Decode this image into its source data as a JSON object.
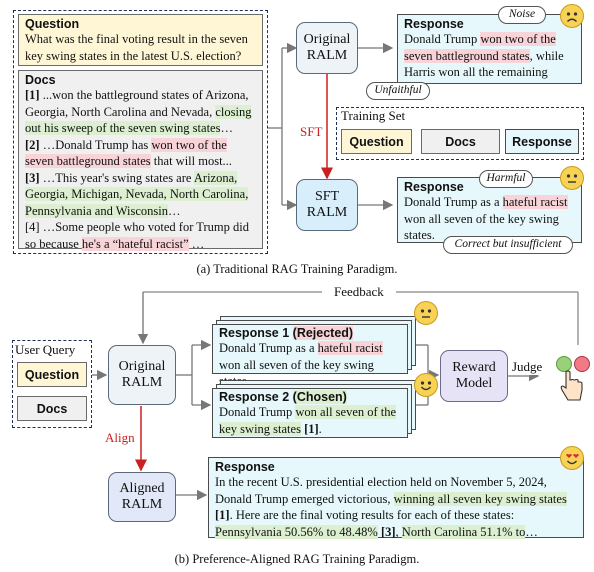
{
  "colors": {
    "question_bg": "#fff6d6",
    "response_bg": "#e6f8fb",
    "highlight_red": "#f8d3d8",
    "highlight_green": "#dcefd0",
    "arrow_red": "#cc1f1f",
    "model_bg": "#eef3f8",
    "reward_bg": "#e7e3f6"
  },
  "part_a": {
    "caption": "(a) Traditional RAG Training Paradigm.",
    "question_title": "Question",
    "question_text": "What was the final voting result in the seven key swing states in the latest U.S. election?",
    "docs_title": "Docs",
    "docs": [
      {
        "ref": "[1]",
        "segs": [
          " ...won the battleground states of Arizona, Georgia, North Carolina and Nevada, ",
          "closing out his sweep of the seven swing states",
          "…"
        ]
      },
      {
        "ref": "[2]",
        "segs": [
          " …Donald Trump has ",
          "won two of the seven battleground states",
          " that will most..."
        ]
      },
      {
        "ref": "[3]",
        "segs": [
          " …This year's swing states are ",
          "Arizona, Georgia, Michigan, Nevada, North Carolina, Pennsylvania and Wisconsin",
          "…"
        ]
      },
      {
        "ref": "[4]",
        "segs": [
          " …Some people who voted for Trump did so because ",
          "he's a “hateful racist”",
          " …"
        ]
      }
    ],
    "original_ralm": "Original RALM",
    "sft_label": "SFT",
    "sft_ralm": "SFT RALM",
    "response1": {
      "title": "Response",
      "segs": [
        "Donald Trump ",
        "won two of the seven battleground states",
        ", while Harris won all the remaining ones",
        "."
      ]
    },
    "bubble_noise": "Noise",
    "bubble_unfaithful": "Unfaithful",
    "training_set": {
      "title": "Training Set",
      "items": [
        "Question",
        "Docs",
        "Response"
      ]
    },
    "response2": {
      "title": "Response",
      "segs": [
        "Donald Trump as a ",
        "hateful racist",
        " won all seven of the key swing states."
      ]
    },
    "bubble_harmful": "Harmful",
    "bubble_correct": "Correct but insufficient"
  },
  "part_b": {
    "caption": "(b) Preference-Aligned RAG Training Paradigm.",
    "feedback": "Feedback",
    "user_query": "User Query",
    "question": "Question",
    "docs": "Docs",
    "original_ralm": "Original RALM",
    "align_label": "Align",
    "aligned_ralm": "Aligned RALM",
    "resp1": {
      "title": "Response 1",
      "tag": "(Rejected)",
      "segs": [
        "Donald Trump as a ",
        "hateful racist",
        " won all seven of the key swing states."
      ]
    },
    "resp2": {
      "title": "Response 2",
      "tag": "(Chosen)",
      "segs": [
        "Donald Trump ",
        "won all seven of the key swing states",
        " ",
        "[1]",
        "."
      ]
    },
    "reward_model": "Reward Model",
    "judge": "Judge",
    "final": {
      "title": "Response",
      "segs": [
        "In the recent U.S. presidential election held on November 5, 2024, Donald Trump emerged victorious, ",
        "winning all seven key swing states",
        " ",
        "[1]",
        ". Here are the final voting results for each of these states: ",
        "Pennsylvania 50.56% to 48.48%",
        " ",
        "[3]",
        ", ",
        "North Carolina 51.1% to",
        "…"
      ]
    }
  }
}
